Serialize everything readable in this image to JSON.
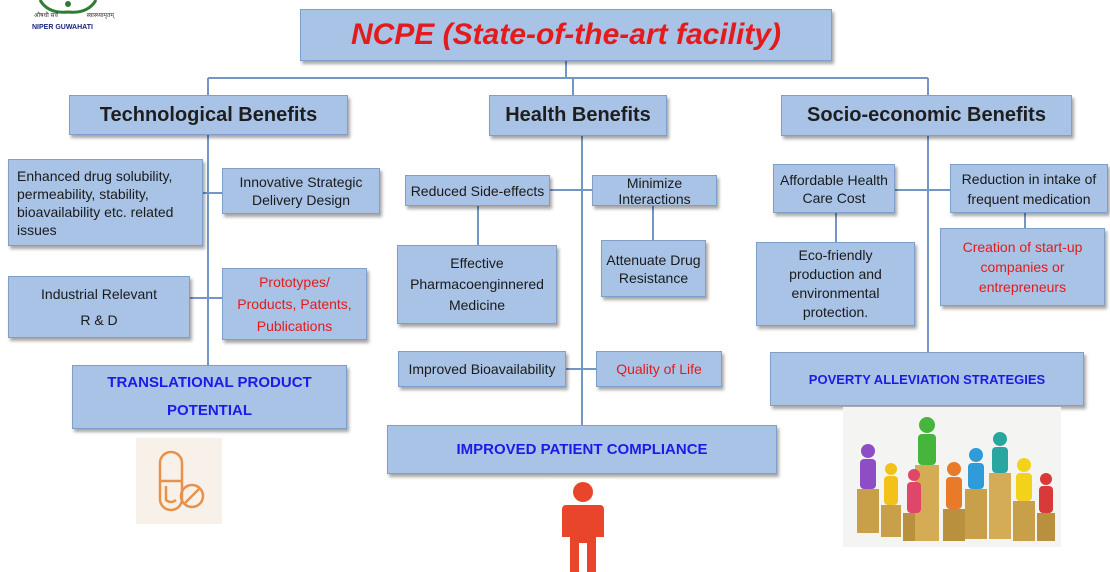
{
  "logo": {
    "line1": "औषधी सर्व",
    "line2": "स्वास्थ्यामृतम्",
    "name": "NIPER GUWAHATI"
  },
  "title": "NCPE (State-of-the-art facility)",
  "tech": {
    "heading": "Technological Benefits",
    "drug": [
      "Enhanced drug solubility,",
      "permeability, stability,",
      "bioavailability etc. related",
      "issues"
    ],
    "innovative": [
      "Innovative Strategic",
      "Delivery Design"
    ],
    "industrial": [
      "Industrial Relevant",
      "R & D"
    ],
    "prototypes": [
      "Prototypes/",
      "Products, Patents,",
      "Publications"
    ],
    "translational": [
      "TRANSLATIONAL PRODUCT",
      "POTENTIAL"
    ]
  },
  "health": {
    "heading": "Health Benefits",
    "reduced": "Reduced Side-effects",
    "minimize": "Minimize Interactions",
    "effective": [
      "Effective",
      "Pharmacoenginnered",
      "Medicine"
    ],
    "attenuate": [
      "Attenuate Drug",
      "Resistance"
    ],
    "bioavail": "Improved Bioavailability",
    "quality": "Quality of Life",
    "compliance": "IMPROVED PATIENT COMPLIANCE"
  },
  "socio": {
    "heading": "Socio-economic Benefits",
    "affordable": [
      "Affordable Health",
      "Care Cost"
    ],
    "reduction": [
      "Reduction in intake of",
      "frequent medication"
    ],
    "eco": [
      "Eco-friendly",
      "production and",
      "environmental",
      "protection."
    ],
    "startup": [
      "Creation of start-up",
      "companies or",
      "entrepreneurs"
    ],
    "poverty": "POVERTY ALLEVIATION STRATEGIES"
  },
  "colors": {
    "box": "#a9c3e6",
    "line": "#7396c9",
    "red": "#e31b1b",
    "blue": "#1b1be8",
    "pill": "#e8914a",
    "person": "#e8452b"
  }
}
